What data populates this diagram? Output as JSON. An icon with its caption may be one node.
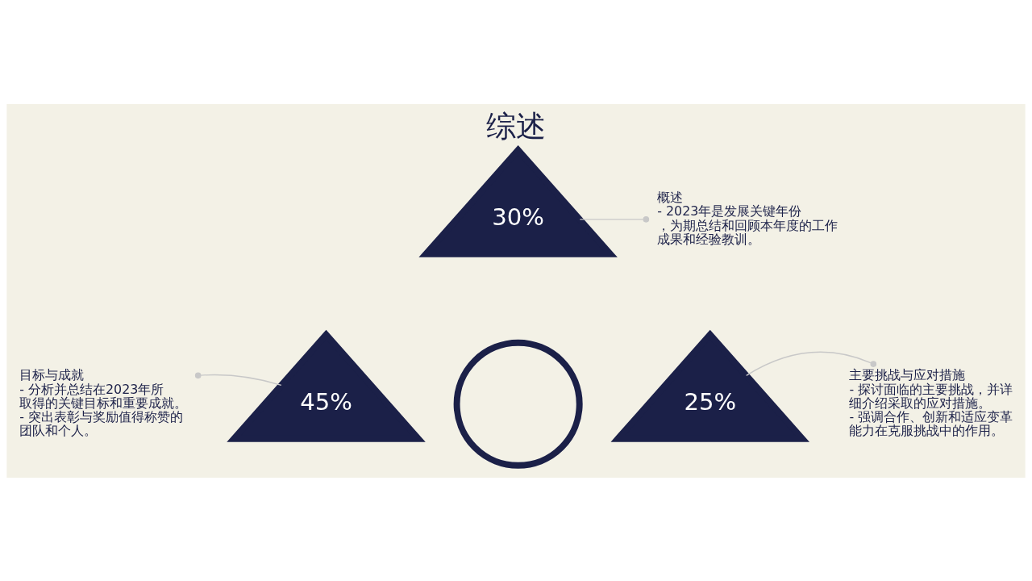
{
  "diagram": {
    "title": "综述",
    "nodes": [
      {
        "text": [
          "30%"
        ]
      },
      {
        "text": [
          "45%"
        ]
      },
      {
        "text": [
          "25%"
        ]
      },
      {
        "text": [],
        "shape": "circle"
      },
      {
        "text": [
          "概述",
          "- 2023年是发展关键年份，为期总结和回顾本年度的工作成果和经验教训。"
        ]
      },
      {
        "text": [
          "目标与成就",
          "- 分析并总结在2023年所取得的关键目标和重要成就。",
          "- 突出表彰与奖励值得称赞的团队和个人。"
        ]
      },
      {
        "text": [
          "主要挑战与应对措施",
          "- 探讨面临的主要挑战，并详细介绍采取的应对措施。",
          "- 强调合作、创新和适应变革能力在克服挑战中的作用。"
        ]
      }
    ],
    "edges": [
      {
        "from": 4,
        "to": 0,
        "arrow": "other"
      },
      {
        "from": 5,
        "to": 1,
        "arrow": "other"
      },
      {
        "from": 6,
        "to": 2,
        "arrow": "other"
      }
    ]
  }
}
